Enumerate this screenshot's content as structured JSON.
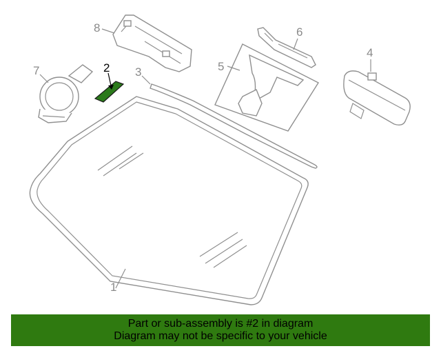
{
  "callouts": {
    "windshield": "1",
    "adhesive_pad": "2",
    "molding": "3",
    "mirror": "4",
    "mount_bracket": "5",
    "trim_cover": "6",
    "rain_sensor": "7",
    "camera_bracket": "8"
  },
  "highlight_color": "#2b7a1b",
  "banner": {
    "line1": "Part or sub-assembly is #2 in diagram",
    "line2": "Diagram may not be specific to your vehicle",
    "background": "#2f7a10"
  }
}
